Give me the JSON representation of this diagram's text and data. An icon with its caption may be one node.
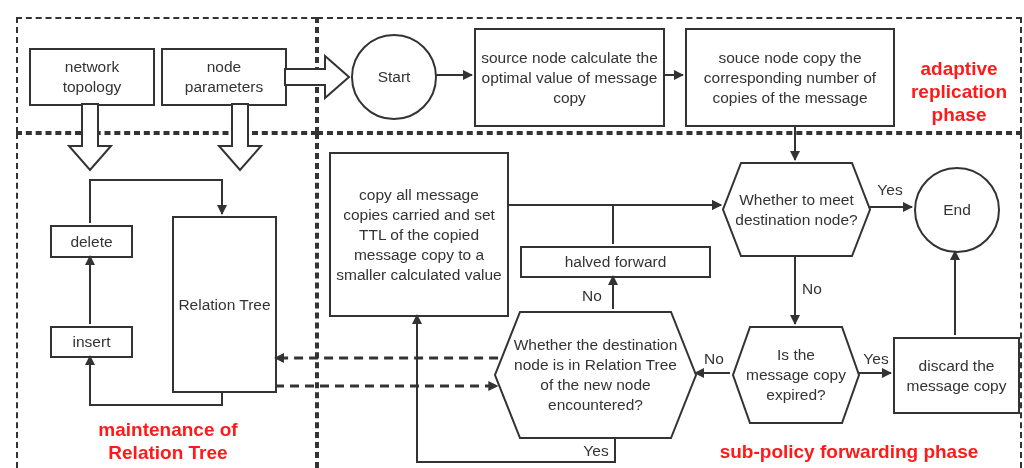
{
  "diagram": {
    "nodes": [
      {
        "text": [],
        "shape": "box"
      },
      {
        "text": [
          "adaptive replication phase"
        ]
      },
      {
        "text": [
          "maintenance of Relation Tree"
        ]
      },
      {
        "text": [
          "sub-policy forwarding phase"
        ]
      },
      {
        "text": [
          "network topology"
        ],
        "in": 0
      },
      {
        "text": [
          "node parameters"
        ],
        "in": 0
      },
      {
        "text": [
          "Start"
        ],
        "in": 1
      },
      {
        "text": [
          "source node calculate the optimal value of message copy"
        ],
        "in": 1
      },
      {
        "text": [
          "souce node copy the corresponding number of copies of the message"
        ],
        "in": 1
      },
      {
        "text": [
          "delete"
        ],
        "in": 2
      },
      {
        "text": [
          "Relation Tree"
        ],
        "in": 2
      },
      {
        "text": [
          "insert"
        ],
        "in": 2
      },
      {
        "text": [
          "copy all message copies carried and set TTL of the copied message copy to a smaller calculated value"
        ],
        "in": 3
      },
      {
        "text": [
          "Whether to meet destination node?"
        ],
        "in": 3
      },
      {
        "text": [
          "End"
        ],
        "in": 3
      },
      {
        "text": [
          "halved forward"
        ],
        "in": 3
      },
      {
        "text": [
          "Whether the destination node is in Relation Tree of the new node encountered?"
        ],
        "in": 3
      },
      {
        "text": [
          "Is the message copy expired?"
        ],
        "in": 3
      },
      {
        "text": [
          "discard the message copy"
        ],
        "in": 3
      }
    ],
    "edges": [
      {
        "from": 4,
        "to": 2,
        "arrow": "to",
        "style": "thick"
      },
      {
        "from": 5,
        "to": 2,
        "arrow": "to",
        "style": "thick"
      },
      {
        "from": 5,
        "to": 6,
        "arrow": "to",
        "style": "thick"
      },
      {
        "from": 6,
        "to": 7,
        "arrow": "to"
      },
      {
        "from": 7,
        "to": 8,
        "arrow": "to"
      },
      {
        "from": 8,
        "to": 13,
        "arrow": "to"
      },
      {
        "from": 13,
        "to": 14,
        "arrow": "to",
        "label": "Yes"
      },
      {
        "from": 13,
        "to": 17,
        "arrow": "to",
        "label": "No"
      },
      {
        "from": 17,
        "to": 16,
        "arrow": "to",
        "label": "No"
      },
      {
        "from": 17,
        "to": 18,
        "arrow": "to",
        "label": "Yes"
      },
      {
        "from": 18,
        "to": 14,
        "arrow": "to"
      },
      {
        "from": 16,
        "to": 15,
        "arrow": "to",
        "label": "No"
      },
      {
        "from": 15,
        "to": 13,
        "arrow": "to"
      },
      {
        "from": 12,
        "to": 13,
        "arrow": "to"
      },
      {
        "from": 16,
        "to": 12,
        "arrow": "to",
        "label": "Yes"
      },
      {
        "from": 16,
        "to": 10,
        "arrow": "to",
        "style": "dashed"
      },
      {
        "from": 10,
        "to": 16,
        "arrow": "to",
        "style": "dashed"
      },
      {
        "from": 11,
        "to": 9,
        "arrow": "to"
      },
      {
        "from": 9,
        "to": 10,
        "arrow": "to"
      },
      {
        "from": 10,
        "to": 11,
        "arrow": "to"
      }
    ]
  }
}
